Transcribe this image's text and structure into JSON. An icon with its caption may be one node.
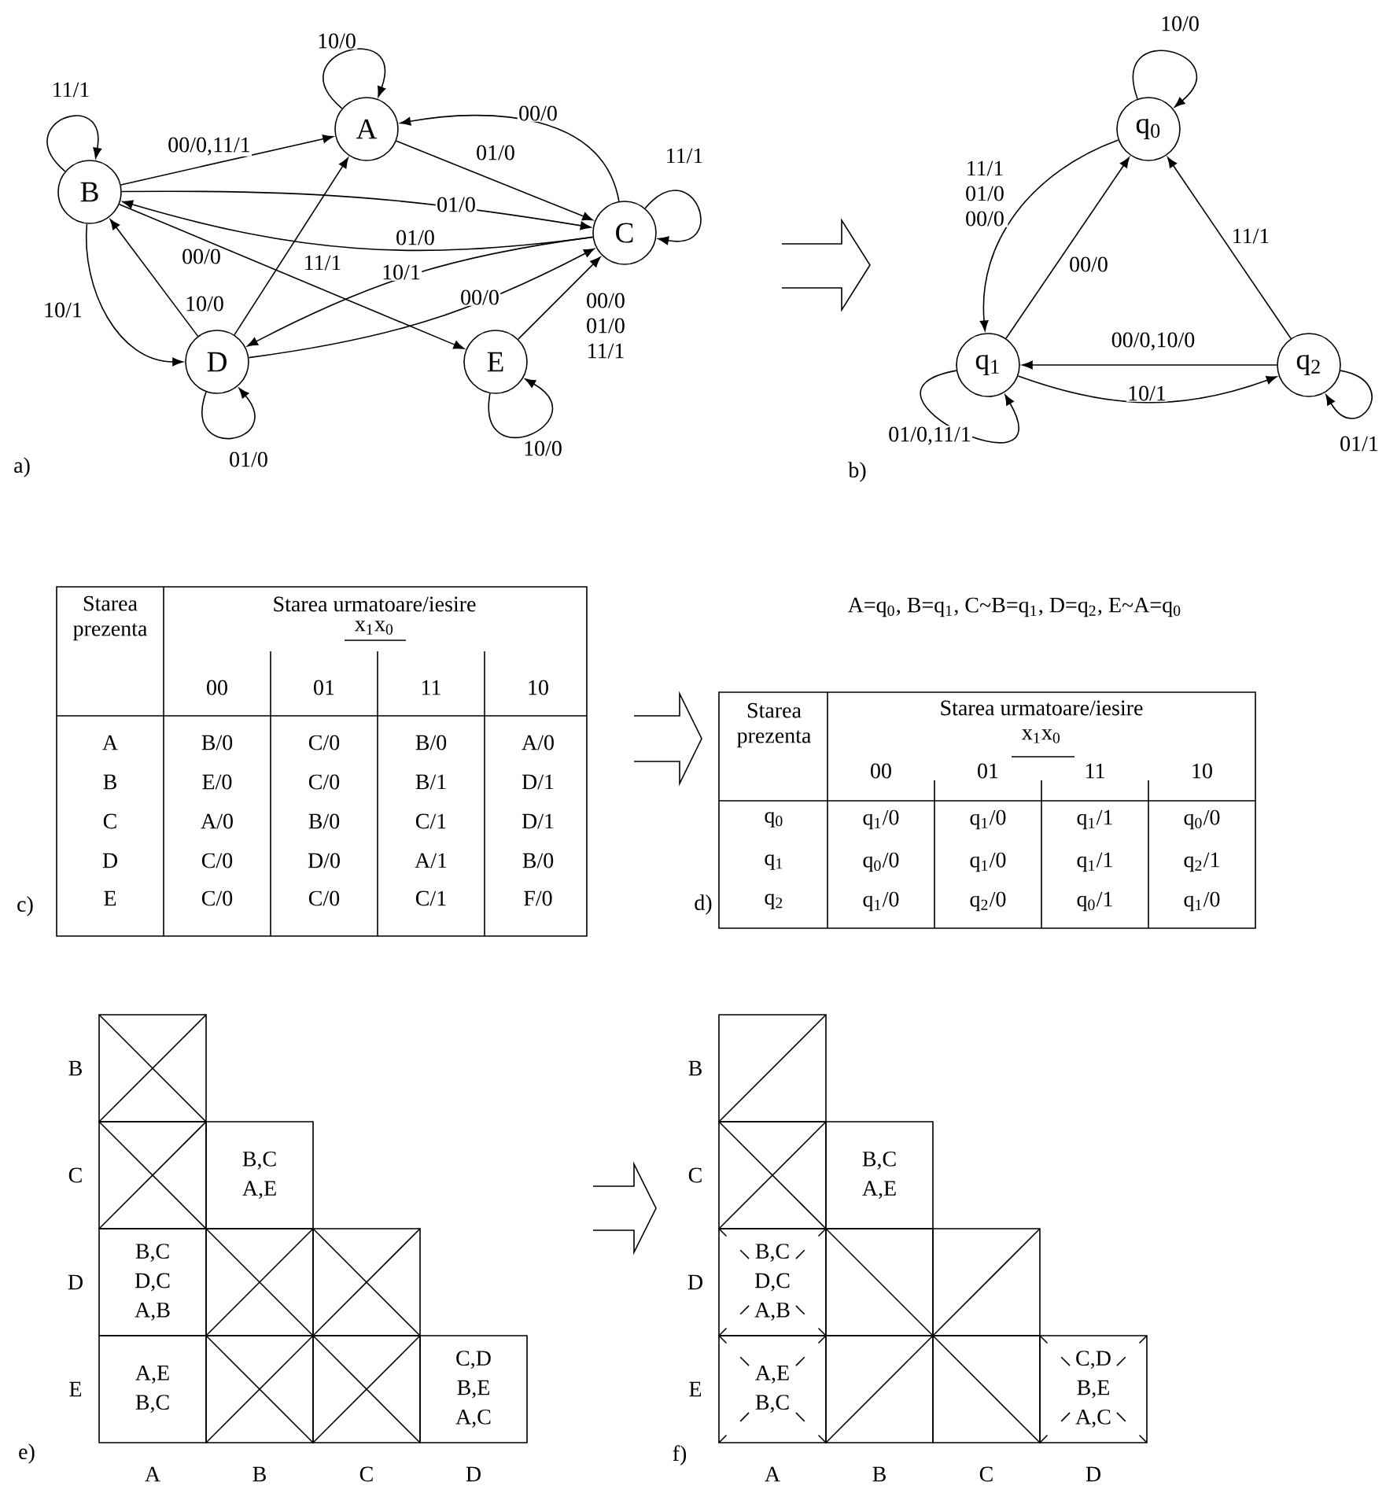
{
  "diagram": {
    "nodes": [
      {
        "text": [
          "A"
        ]
      },
      {
        "text": [
          "B"
        ]
      },
      {
        "text": [
          "C"
        ]
      },
      {
        "text": [
          "D"
        ]
      },
      {
        "text": [
          "E"
        ]
      },
      {
        "text": [
          "q$_{0}$"
        ]
      },
      {
        "text": [
          "q$_{1}$"
        ]
      },
      {
        "text": [
          "q$_{2}$"
        ]
      }
    ],
    "edges": [
      {
        "from": 0,
        "to": 0,
        "arrow": "to",
        "label": "10/0"
      },
      {
        "from": 1,
        "to": 1,
        "arrow": "to",
        "label": "11/1"
      },
      {
        "from": 1,
        "to": 0,
        "arrow": "to",
        "label": "00/0,11/1"
      },
      {
        "from": 0,
        "to": 2,
        "arrow": "to",
        "label": "01/0"
      },
      {
        "from": 2,
        "to": 0,
        "arrow": "to",
        "label": "00/0"
      },
      {
        "from": 2,
        "to": 2,
        "arrow": "to",
        "label": "11/1"
      },
      {
        "from": 1,
        "to": 2,
        "arrow": "to",
        "label": "01/0"
      },
      {
        "from": 2,
        "to": 1,
        "arrow": "to",
        "label": "01/0"
      },
      {
        "from": 1,
        "to": 4,
        "arrow": "to",
        "label": "00/0"
      },
      {
        "from": 3,
        "to": 0,
        "arrow": "to",
        "label": "11/1"
      },
      {
        "from": 2,
        "to": 3,
        "arrow": "to",
        "label": "10/1"
      },
      {
        "from": 3,
        "to": 1,
        "arrow": "to",
        "label": "10/0"
      },
      {
        "from": 1,
        "to": 3,
        "arrow": "to",
        "label": "10/1"
      },
      {
        "from": 3,
        "to": 2,
        "arrow": "to",
        "label": "00/0"
      },
      {
        "from": 4,
        "to": 2,
        "arrow": "to",
        "label": "00/0 01/0 11/1"
      },
      {
        "from": 3,
        "to": 3,
        "arrow": "to",
        "label": "01/0"
      },
      {
        "from": 4,
        "to": 4,
        "arrow": "to",
        "label": "10/0"
      },
      {
        "from": 5,
        "to": 5,
        "arrow": "to",
        "label": "10/0"
      },
      {
        "from": 5,
        "to": 6,
        "arrow": "to",
        "label": "11/1 01/0 00/0"
      },
      {
        "from": 6,
        "to": 5,
        "arrow": "to",
        "label": "00/0"
      },
      {
        "from": 7,
        "to": 5,
        "arrow": "to",
        "label": "11/1"
      },
      {
        "from": 7,
        "to": 6,
        "arrow": "to",
        "label": "00/0,10/0"
      },
      {
        "from": 6,
        "to": 7,
        "arrow": "to",
        "label": "10/1"
      },
      {
        "from": 6,
        "to": 6,
        "arrow": "to",
        "label": "01/0,11/1"
      },
      {
        "from": 7,
        "to": 7,
        "arrow": "to",
        "label": "01/1"
      }
    ],
    "labels": [
      "a)",
      "b)",
      "Starea prezenta",
      "Starea urmatoare/iesire",
      "x$_{1}$x$_{0}$",
      "00",
      "01",
      "11",
      "10",
      "A",
      "B/0",
      "C/0",
      "B/0",
      "A/0",
      "B",
      "E/0",
      "C/0",
      "B/1",
      "D/1",
      "C",
      "A/0",
      "B/0",
      "C/1",
      "D/1",
      "D",
      "C/0",
      "D/0",
      "A/1",
      "B/0",
      "c)",
      "E",
      "C/0",
      "C/0",
      "C/1",
      "F/0",
      "A=q$_{0}$, B=q$_{1}$, C~B=q$_{1}$, D=q$_{2}$, E~A=q$_{0}$",
      "Starea prezenta",
      "Starea urmatoare/iesire",
      "x$_{1}$x$_{0}$",
      "00",
      "01",
      "11",
      "10",
      "q$_{0}$",
      "q$_{1}$/0",
      "q$_{1}$/0",
      "q$_{1}$/1",
      "q$_{0}$/0",
      "q$_{1}$",
      "q$_{0}$/0",
      "q$_{1}$/0",
      "q$_{1}$/1",
      "q$_{2}$/1",
      "d)",
      "q$_{2}$",
      "q$_{1}$/0",
      "q$_{2}$/0",
      "q$_{0}$/1",
      "q$_{1}$/0",
      "B",
      "C",
      "B,C A,E",
      "D",
      "B,C D,C A,B",
      "E",
      "A,E B,C",
      "C,D B,E A,C",
      "e)",
      "A",
      "B",
      "C",
      "D",
      "B",
      "C",
      "B,C A,E",
      "D",
      "B,C D,C A,B",
      "E",
      "A,E B,C",
      "C,D B,E A,C",
      "f)",
      "A",
      "B",
      "C",
      "D"
    ]
  }
}
